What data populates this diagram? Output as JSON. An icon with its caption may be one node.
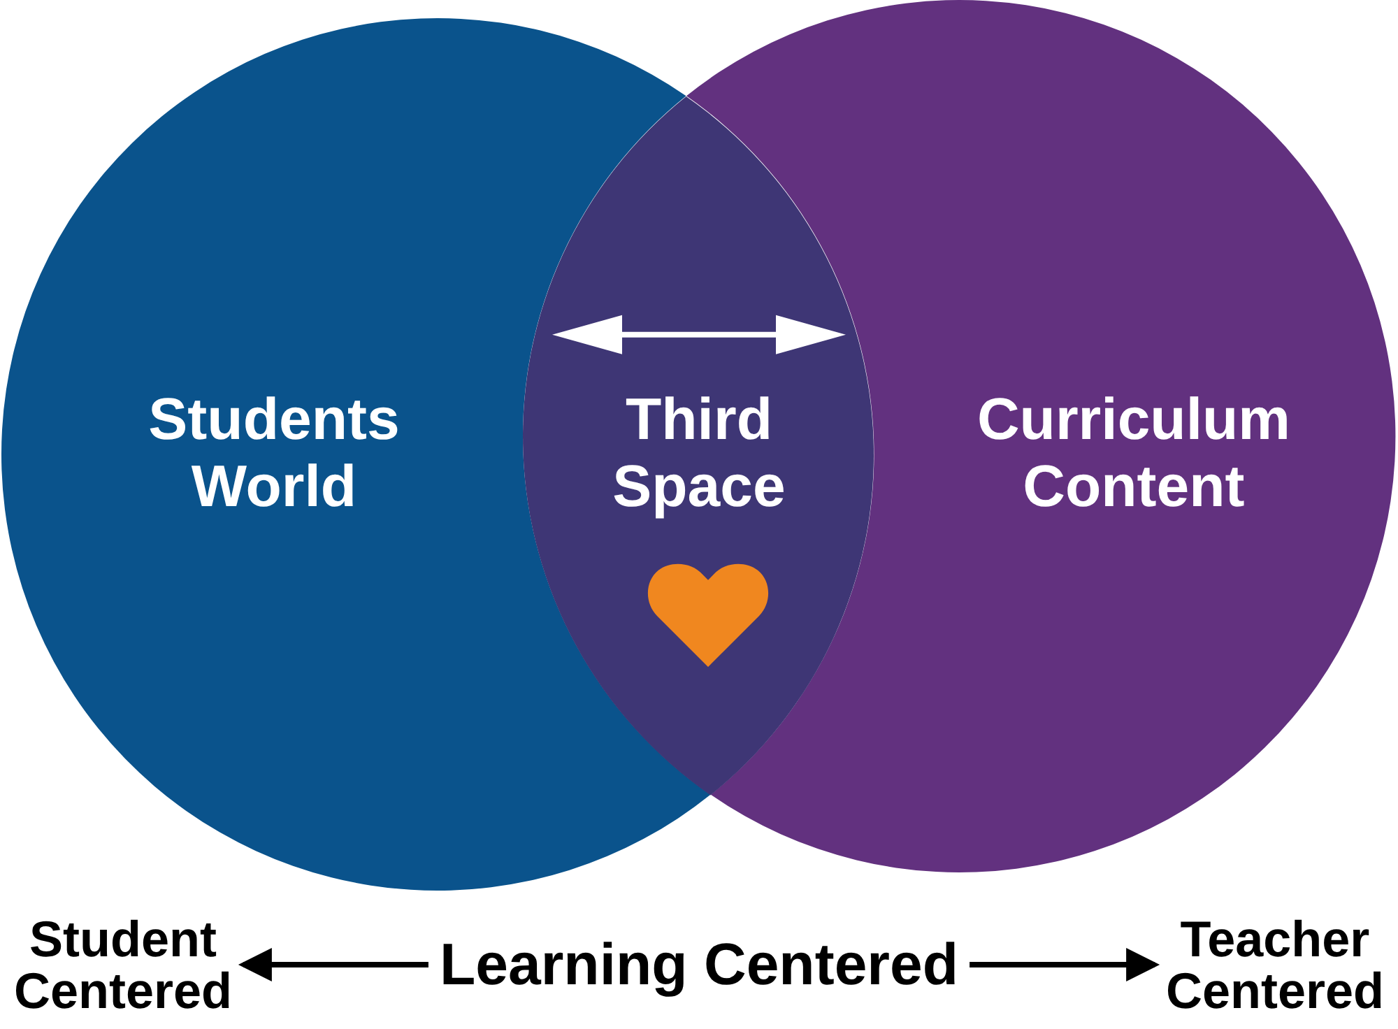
{
  "diagram": {
    "nodes": [
      {
        "text": [
          "Students World"
        ]
      },
      {
        "text": [
          "Third Space"
        ]
      },
      {
        "text": [
          "Curriculum Content"
        ]
      },
      {
        "text": [
          "Student Centered"
        ]
      },
      {
        "text": [
          "Learning Centered"
        ]
      },
      {
        "text": [
          "Teacher Centered"
        ]
      }
    ],
    "edges": [
      {
        "from": 4,
        "to": 3,
        "arrow": "to"
      },
      {
        "from": 4,
        "to": 5,
        "arrow": "to"
      }
    ]
  }
}
